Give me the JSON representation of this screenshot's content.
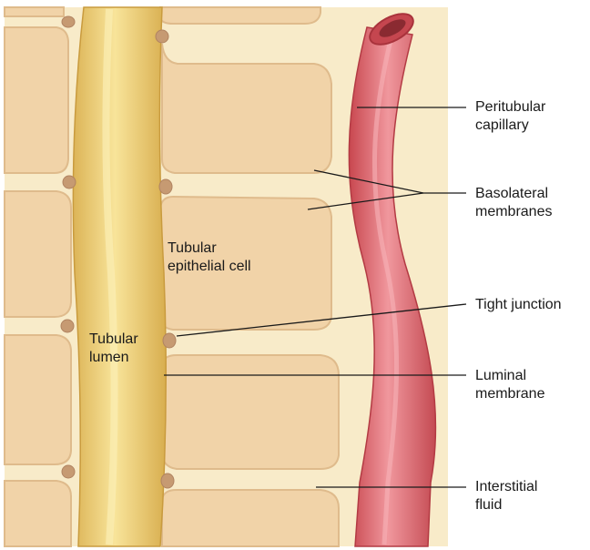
{
  "labels": {
    "peritubular_capillary": [
      "Peritubular",
      "capillary"
    ],
    "basolateral_membranes": [
      "Basolateral",
      "membranes"
    ],
    "tubular_epithelial_cell": [
      "Tubular",
      "epithelial cell"
    ],
    "tight_junction": [
      "Tight junction"
    ],
    "tubular_lumen": [
      "Tubular",
      "lumen"
    ],
    "luminal_membrane": [
      "Luminal",
      "membrane"
    ],
    "interstitial_fluid": [
      "Interstitial",
      "fluid"
    ]
  },
  "colors": {
    "interstitial_background": "#f8ebc9",
    "cell_fill": "#f1d3a8",
    "cell_stroke": "#dfbb8c",
    "lumen_fill": "#ebcb6e",
    "lumen_highlight": "#f8e59a",
    "capillary_fill": "#d9656b",
    "capillary_highlight": "#f19aa0",
    "tight_junction": "#c69a72",
    "leader_line": "#1a1a1a"
  }
}
